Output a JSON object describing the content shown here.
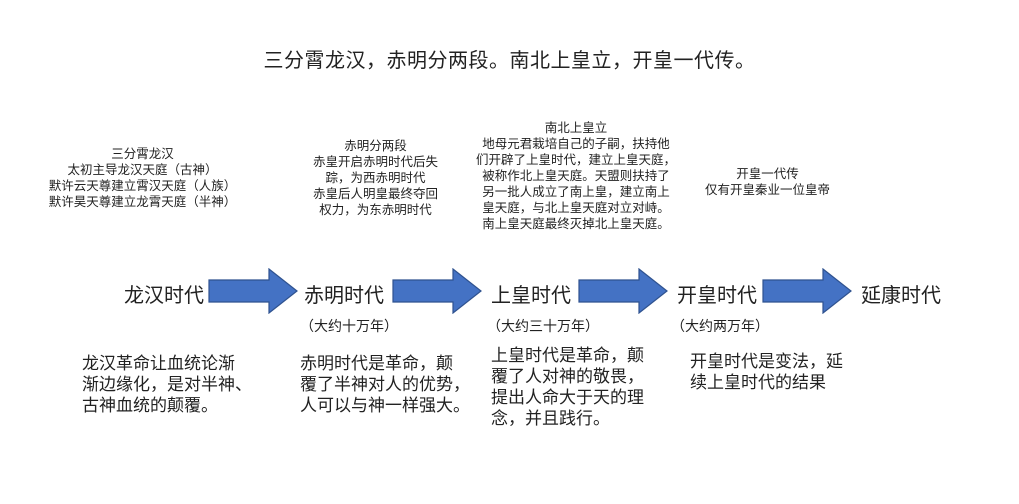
{
  "title": "三分霄龙汉，赤明分两段。南北上皇立，开皇一代传。",
  "notes": [
    [
      "三分霄龙汉",
      "太初主导龙汉天庭（古神）",
      "默许云天尊建立霄汉天庭（人族）",
      "默许昊天尊建立龙霄天庭（半神）"
    ],
    [
      "赤明分两段",
      "赤皇开启赤明时代后失",
      "踪，为西赤明时代",
      "赤皇后人明皇最终夺回",
      "权力，为东赤明时代"
    ],
    [
      "南北上皇立",
      "地母元君栽培自己的子嗣，扶持他",
      "们开辟了上皇时代，建立上皇天庭，",
      "被称作北上皇天庭。天盟则扶持了",
      "另一批人成立了南上皇，建立南上",
      "皇天庭，与北上皇天庭对立对峙。",
      "南上皇天庭最终灭掉北上皇天庭。"
    ],
    [
      "开皇一代传",
      "仅有开皇秦业一位皇帝"
    ]
  ],
  "eras": [
    "龙汉时代",
    "赤明时代",
    "上皇时代",
    "开皇时代",
    "延康时代"
  ],
  "durations": [
    "（大约十万年）",
    "（大约三十万年）",
    "（大约两万年）"
  ],
  "descriptions": [
    [
      "龙汉革命让血统论渐",
      "渐边缘化，是对半神、",
      "古神血统的颠覆。"
    ],
    [
      "赤明时代是革命，颠",
      "覆了半神对人的优势，",
      "人可以与神一样强大。"
    ],
    [
      "上皇时代是革命，颠",
      "覆了人对神的敬畏，",
      "提出人命大于天的理",
      "念，并且践行。"
    ],
    [
      "开皇时代是变法，延",
      "续上皇时代的结果"
    ]
  ],
  "colors": {
    "arrow_fill": "#4472C4",
    "arrow_stroke": "#2F528F"
  }
}
